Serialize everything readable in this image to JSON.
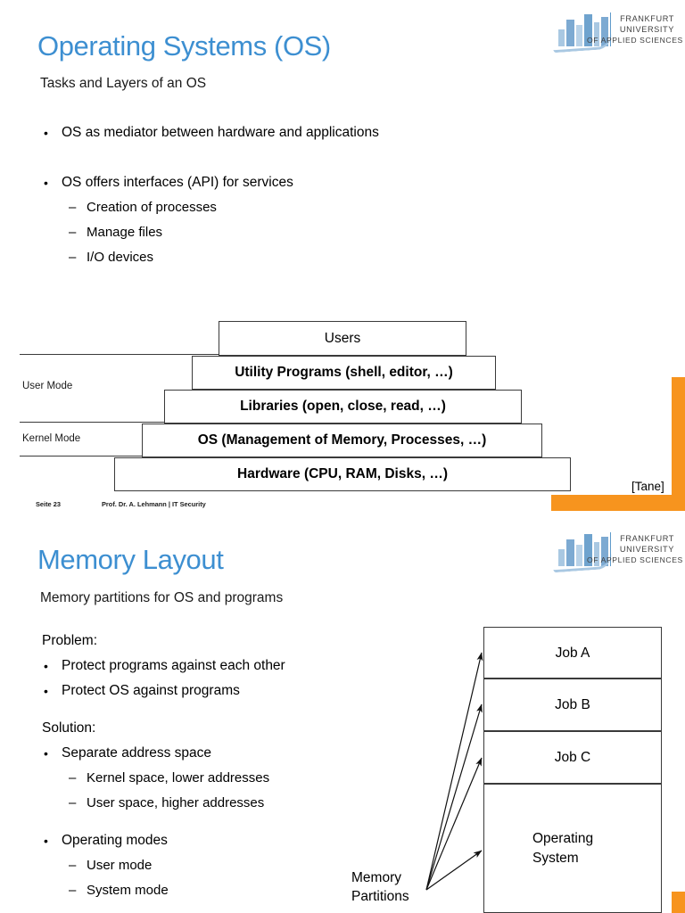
{
  "slide1": {
    "title": "Operating Systems (OS)",
    "subtitle": "Tasks and Layers of an OS",
    "bullets": [
      {
        "level": 1,
        "text": "OS as mediator between hardware and applications"
      },
      {
        "level": 1,
        "text": "OS offers interfaces (API) for services"
      },
      {
        "level": 2,
        "text": "Creation of processes"
      },
      {
        "level": 2,
        "text": "Manage files"
      },
      {
        "level": 2,
        "text": "I/O devices"
      }
    ],
    "diagram": {
      "layers": [
        "Users",
        "Utility Programs (shell, editor, …)",
        "Libraries (open, close, read, …)",
        "OS (Management of Memory, Processes, …)",
        "Hardware (CPU, RAM, Disks, …)"
      ],
      "mode_labels": [
        "User Mode",
        "Kernel Mode"
      ],
      "citation": "[Tane]"
    },
    "footer": {
      "page_label": "Seite  23",
      "author": "Prof. Dr. A. Lehmann | IT Security"
    }
  },
  "slide2": {
    "title": "Memory Layout",
    "subtitle": "Memory partitions for OS and programs",
    "bullets": [
      {
        "level": 0,
        "text": "Problem:"
      },
      {
        "level": 1,
        "text": "Protect programs against each other"
      },
      {
        "level": 1,
        "text": "Protect OS against programs"
      },
      {
        "level": 0,
        "text": "Solution:"
      },
      {
        "level": 1,
        "text": "Separate address space"
      },
      {
        "level": 2,
        "text": "Kernel space, lower addresses"
      },
      {
        "level": 2,
        "text": "User space, higher addresses"
      },
      {
        "level": 1,
        "text": "Operating modes"
      },
      {
        "level": 2,
        "text": "User mode"
      },
      {
        "level": 2,
        "text": "System mode"
      }
    ],
    "diagram": {
      "partitions": [
        "Job A",
        "Job B",
        "Job C",
        "Operating System"
      ],
      "callout_label": "Memory Partitions",
      "callout_line1": "Memory",
      "callout_line2": "Partitions"
    }
  },
  "logo": {
    "line1": "FRANKFURT",
    "line2": "UNIVERSITY",
    "line3": "OF APPLIED SCIENCES",
    "alt": "frankfurt-university-of-applied-sciences-logo"
  },
  "colors": {
    "title_blue": "#3d8fd1",
    "accent_orange": "#f7941e",
    "logo_blue": "#7daad2",
    "box_border": "#3a3a3a"
  }
}
